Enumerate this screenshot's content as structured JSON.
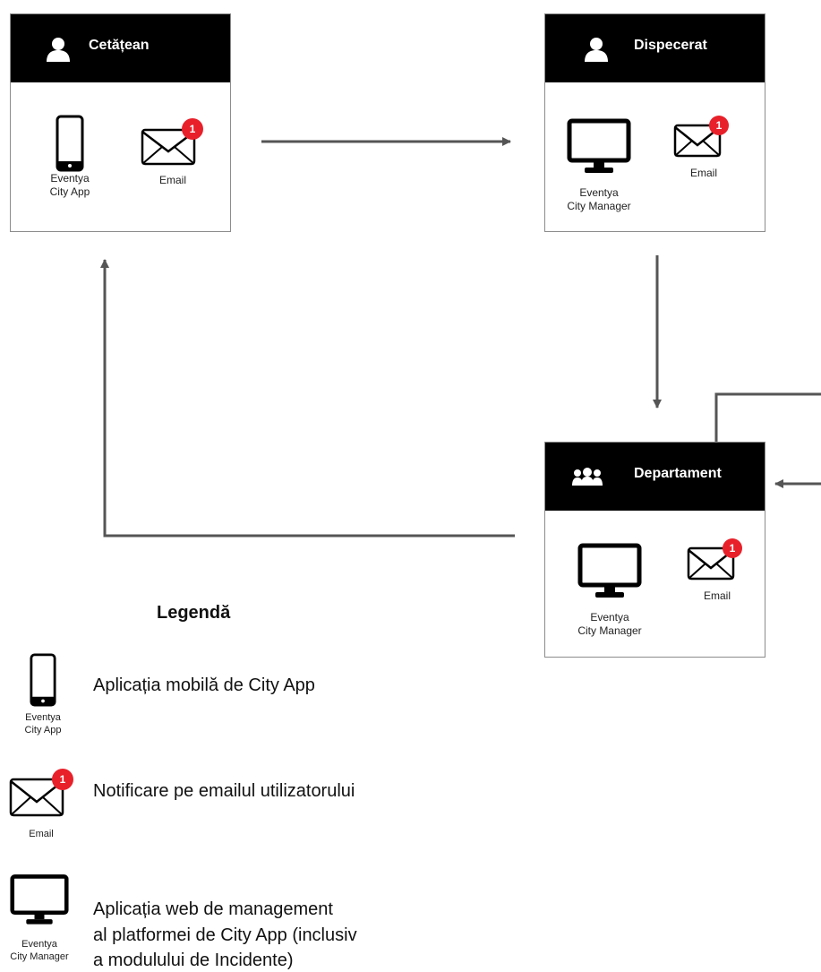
{
  "nodes": {
    "cetatean": {
      "title": "Cetățean",
      "app_line1": "Eventya",
      "app_line2": "City App",
      "email": "Email",
      "badge": "1"
    },
    "dispecerat": {
      "title": "Dispecerat",
      "app_line1": "Eventya",
      "app_line2": "City Manager",
      "email": "Email",
      "badge": "1"
    },
    "departament": {
      "title": "Departament",
      "app_line1": "Eventya",
      "app_line2": "City Manager",
      "email": "Email",
      "badge": "1"
    }
  },
  "legend": {
    "title": "Legendă",
    "mobile_caption_1": "Eventya",
    "mobile_caption_2": "City App",
    "mobile_text": "Aplicația mobilă de City App",
    "email_caption": "Email",
    "email_badge": "1",
    "email_text": "Notificare pe emailul utilizatorului",
    "web_caption_1": "Eventya",
    "web_caption_2": "City Manager",
    "web_text_1": "Aplicația web de management",
    "web_text_2": "al platformei de City App (inclusiv",
    "web_text_3": "a modulului de Incidente)"
  },
  "colors": {
    "header": "#000000",
    "arrow": "#555555",
    "badge": "#e8202a",
    "border": "#8c8c8c"
  },
  "icons": {
    "person": "person-icon",
    "group": "group-icon",
    "phone": "phone-icon",
    "monitor": "monitor-icon",
    "email": "envelope-icon"
  }
}
